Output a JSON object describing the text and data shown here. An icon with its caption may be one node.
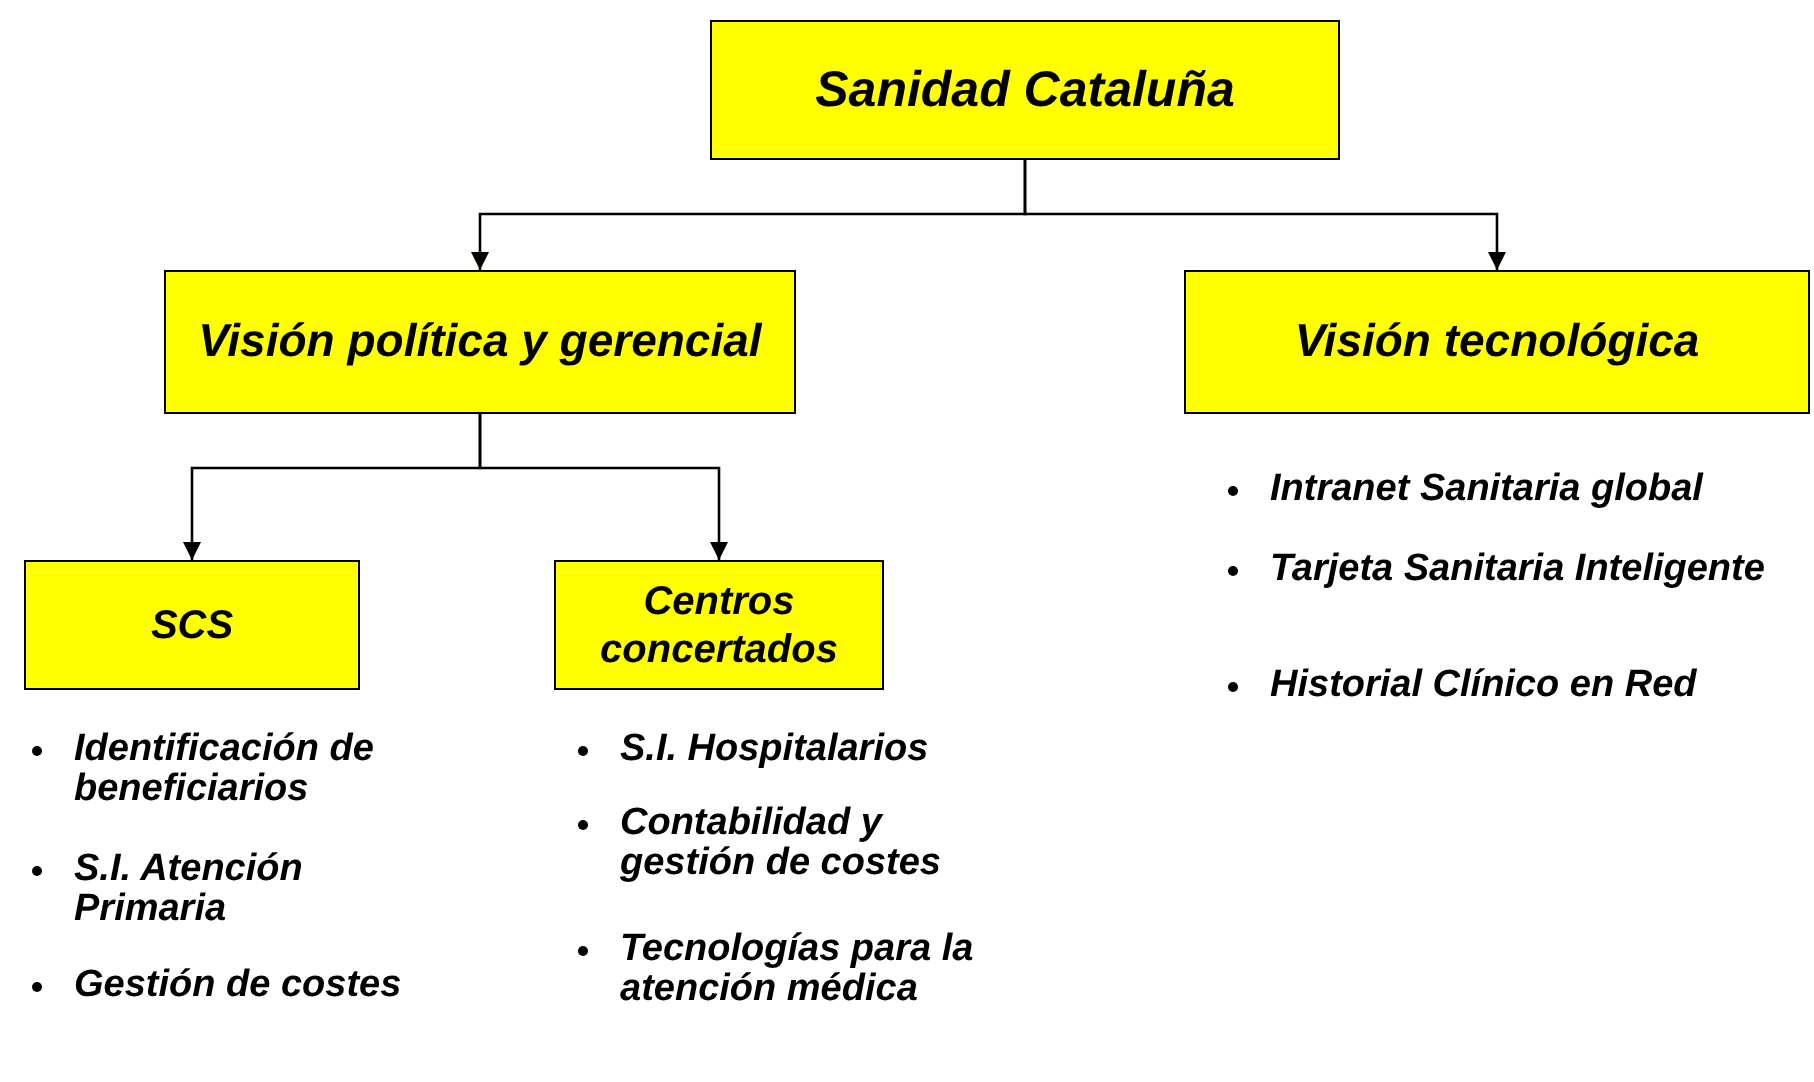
{
  "diagram": {
    "nodes": [
      {
        "text": [
          "Sanidad Cataluña"
        ]
      },
      {
        "text": [
          "Visión política y gerencial"
        ]
      },
      {
        "text": [
          "Visión tecnológica"
        ]
      },
      {
        "text": [
          "SCS"
        ]
      },
      {
        "text": [
          "Centros concertados"
        ]
      }
    ],
    "edges": [
      {
        "from": 0,
        "to": 1,
        "arrow": "to"
      },
      {
        "from": 0,
        "to": 2,
        "arrow": "to"
      },
      {
        "from": 1,
        "to": 3,
        "arrow": "to"
      },
      {
        "from": 1,
        "to": 4,
        "arrow": "to"
      }
    ],
    "labels": [
      "Identificación de beneficiarios",
      "S.I. Atención Primaria",
      "Gestión de costes",
      "S.I. Hospitalarios",
      "Contabilidad y gestión de costes",
      "Tecnologías para la atención médica",
      "Intranet Sanitaria global",
      "Tarjeta Sanitaria Inteligente",
      "Historial Clínico en Red"
    ]
  }
}
